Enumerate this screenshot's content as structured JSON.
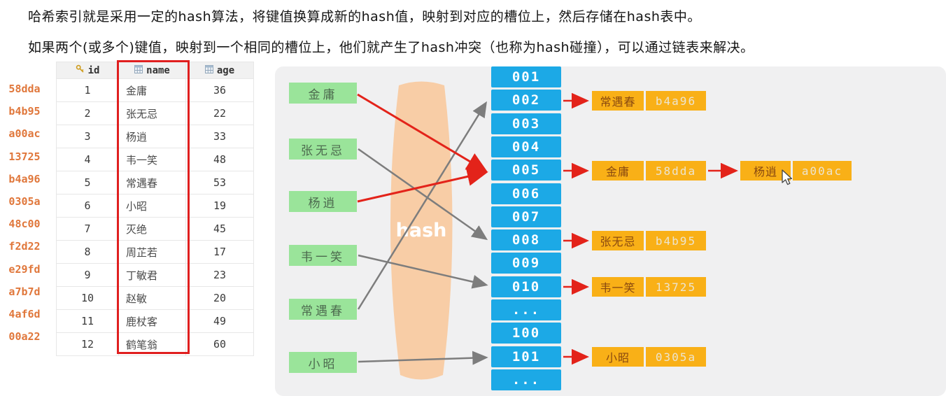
{
  "intro": {
    "line1": "哈希索引就是采用一定的hash算法，将键值换算成新的hash值，映射到对应的槽位上，然后存储在hash表中。",
    "line2": "如果两个(或多个)键值，映射到一个相同的槽位上，他们就产生了hash冲突（也称为hash碰撞），可以通过链表来解决。"
  },
  "table": {
    "header": {
      "id": "id",
      "name": "name",
      "age": "age"
    },
    "rows": [
      {
        "hash": "58dda",
        "id": "1",
        "name": "金庸",
        "age": "36"
      },
      {
        "hash": "b4b95",
        "id": "2",
        "name": "张无忌",
        "age": "22"
      },
      {
        "hash": "a00ac",
        "id": "3",
        "name": "杨逍",
        "age": "33"
      },
      {
        "hash": "13725",
        "id": "4",
        "name": "韦一笑",
        "age": "48"
      },
      {
        "hash": "b4a96",
        "id": "5",
        "name": "常遇春",
        "age": "53"
      },
      {
        "hash": "0305a",
        "id": "6",
        "name": "小昭",
        "age": "19"
      },
      {
        "hash": "48c00",
        "id": "7",
        "name": "灭绝",
        "age": "45"
      },
      {
        "hash": "f2d22",
        "id": "8",
        "name": "周芷若",
        "age": "17"
      },
      {
        "hash": "e29fd",
        "id": "9",
        "name": "丁敏君",
        "age": "23"
      },
      {
        "hash": "a7b7d",
        "id": "10",
        "name": "赵敏",
        "age": "20"
      },
      {
        "hash": "4af6d",
        "id": "11",
        "name": "鹿杖客",
        "age": "49"
      },
      {
        "hash": "00a22",
        "id": "12",
        "name": "鹤笔翁",
        "age": "60"
      }
    ]
  },
  "diagram": {
    "hash_label": "hash",
    "keys": [
      "金庸",
      "张无忌",
      "杨逍",
      "韦一笑",
      "常遇春",
      "小昭"
    ],
    "slots": [
      "001",
      "002",
      "003",
      "004",
      "005",
      "006",
      "007",
      "008",
      "009",
      "010",
      "...",
      "100",
      "101",
      "..."
    ],
    "buckets": [
      {
        "slot": "002",
        "name": "常遇春",
        "hash": "b4a96"
      },
      {
        "slot": "005",
        "name": "金庸",
        "hash": "58dda"
      },
      {
        "slot": "005",
        "name": "杨逍",
        "hash": "a00ac"
      },
      {
        "slot": "008",
        "name": "张无忌",
        "hash": "b4b95"
      },
      {
        "slot": "010",
        "name": "韦一笑",
        "hash": "13725"
      },
      {
        "slot": "101",
        "name": "小昭",
        "hash": "0305a"
      }
    ],
    "mappings": [
      {
        "key": "金庸",
        "slot": "005",
        "arrow_color": "red"
      },
      {
        "key": "张无忌",
        "slot": "008",
        "arrow_color": "gray"
      },
      {
        "key": "杨逍",
        "slot": "005",
        "arrow_color": "red"
      },
      {
        "key": "韦一笑",
        "slot": "010",
        "arrow_color": "gray"
      },
      {
        "key": "常遇春",
        "slot": "002",
        "arrow_color": "gray"
      },
      {
        "key": "小昭",
        "slot": "101",
        "arrow_color": "gray"
      }
    ],
    "chain": {
      "from": "金庸/58dda",
      "to": "杨逍/a00ac",
      "note": "hash collision resolved by linked list"
    }
  },
  "colors": {
    "slot_blue": "#1ca9e6",
    "key_green": "#9ae49a",
    "bucket_orange": "#f9b017",
    "arrow_red": "#e3231a",
    "arrow_gray": "#7d7d7d",
    "lens_peach": "#f8cda6",
    "hash_value_orange": "#e0773b",
    "highlight_red": "#e01f1f",
    "panel_gray": "#f0f0f1"
  }
}
